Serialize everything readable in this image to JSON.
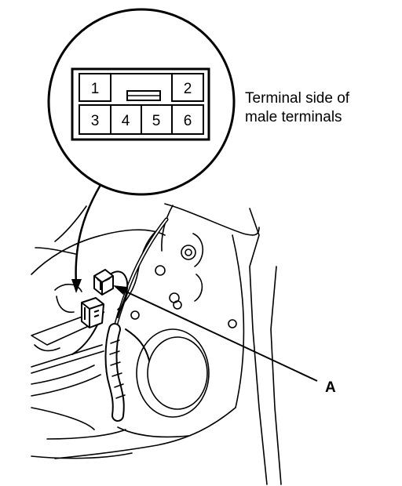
{
  "connector": {
    "terminals": [
      {
        "number": "1"
      },
      {
        "number": "2"
      },
      {
        "number": "3"
      },
      {
        "number": "4"
      },
      {
        "number": "5"
      },
      {
        "number": "6"
      }
    ]
  },
  "caption": {
    "line1": "Terminal side of",
    "line2": "male terminals"
  },
  "callout": {
    "label": "A"
  }
}
